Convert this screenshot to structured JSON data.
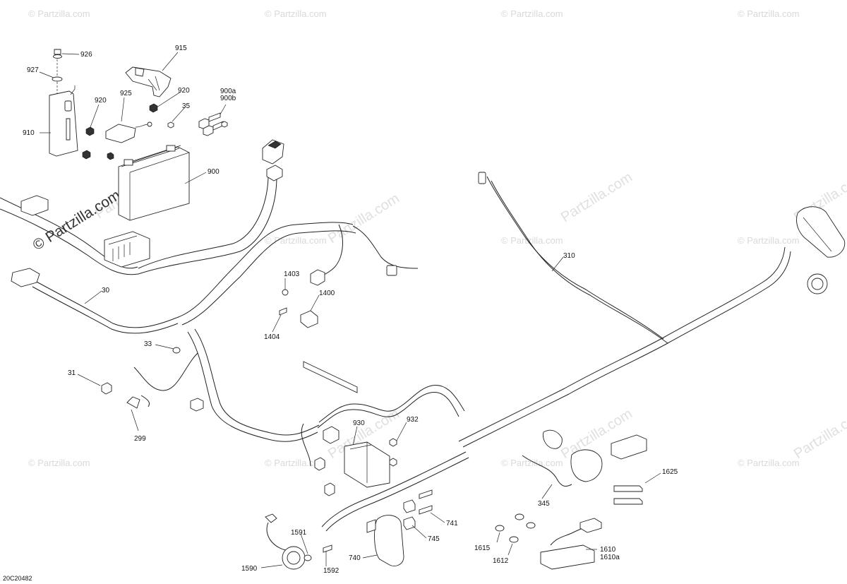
{
  "watermark": {
    "text": "© Partzilla.com",
    "diag_text": "Partzilla.com",
    "main_text": "© Partzilla.com"
  },
  "diagram_code": "20C20482",
  "callouts": {
    "c926": "926",
    "c927": "927",
    "c910": "910",
    "c920a": "920",
    "c915": "915",
    "c925": "925",
    "c920b": "920",
    "c35": "35",
    "c900a": "900a",
    "c900b": "900b",
    "c900": "900",
    "c30": "30",
    "c1403": "1403",
    "c1400": "1400",
    "c1404": "1404",
    "c310": "310",
    "c33": "33",
    "c31": "31",
    "c299": "299",
    "c930": "930",
    "c932": "932",
    "c1625": "1625",
    "c345": "345",
    "c741": "741",
    "c745": "745",
    "c740": "740",
    "c1591": "1591",
    "c1590": "1590",
    "c1592": "1592",
    "c1615": "1615",
    "c1612": "1612",
    "c1610": "1610",
    "c1610a": "1610a"
  }
}
